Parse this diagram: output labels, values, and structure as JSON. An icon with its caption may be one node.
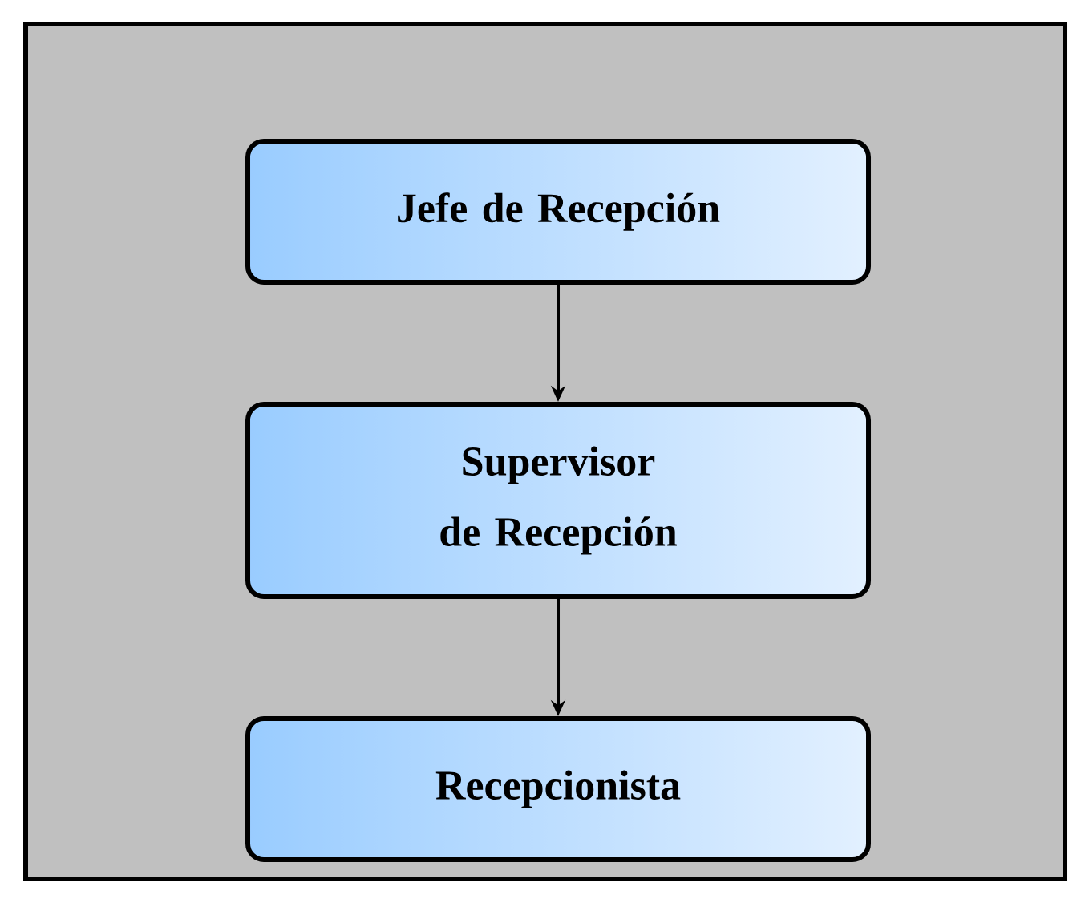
{
  "diagram": {
    "nodes": [
      {
        "text": [
          "Jefe de Recepción"
        ]
      },
      {
        "text": [
          "Supervisor de Recepción"
        ]
      },
      {
        "text": [
          "Recepcionista"
        ]
      }
    ],
    "edges": [
      {
        "from": 0,
        "to": 1,
        "arrow": "to"
      },
      {
        "from": 1,
        "to": 2,
        "arrow": "to"
      }
    ]
  }
}
